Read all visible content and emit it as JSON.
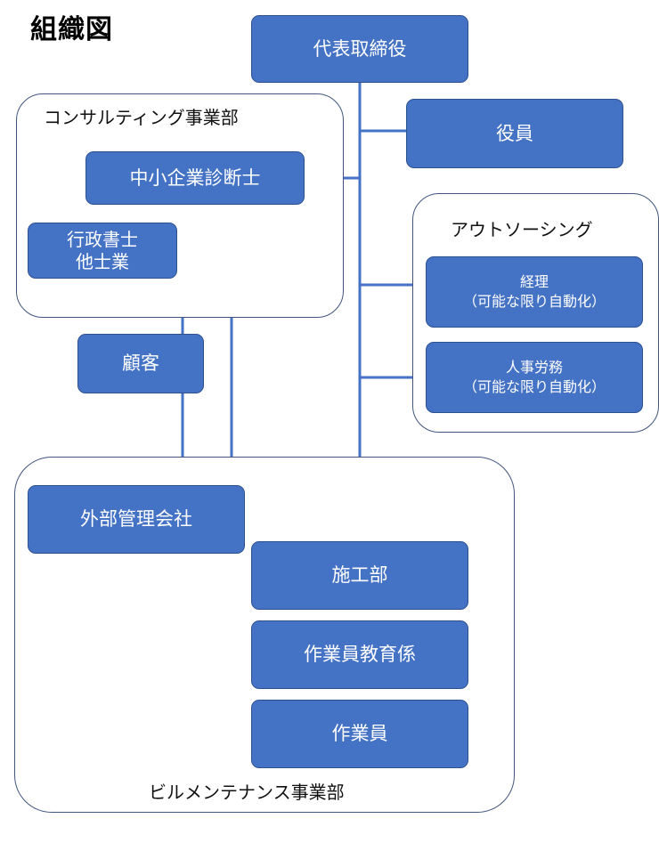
{
  "title": "組織図",
  "colors": {
    "box_fill": "#4472c4",
    "box_border": "#2f528f",
    "line": "#4472c4",
    "group_border": "#41557e"
  },
  "groups": {
    "consulting": "コンサルティング事業部",
    "outsourcing": "アウトソーシング",
    "building": "ビルメンテナンス事業部"
  },
  "nodes": {
    "ceo": "代表取締役",
    "officers": "役員",
    "smec": "中小企業診断士",
    "scrivener_line1": "行政書士",
    "scrivener_line2": "他士業",
    "client": "顧客",
    "accounting_line1": "経理",
    "accounting_line2": "（可能な限り自動化）",
    "hr_line1": "人事労務",
    "hr_line2": "（可能な限り自動化）",
    "mgmt_company": "外部管理会社",
    "construction": "施工部",
    "training": "作業員教育係",
    "workers": "作業員"
  }
}
